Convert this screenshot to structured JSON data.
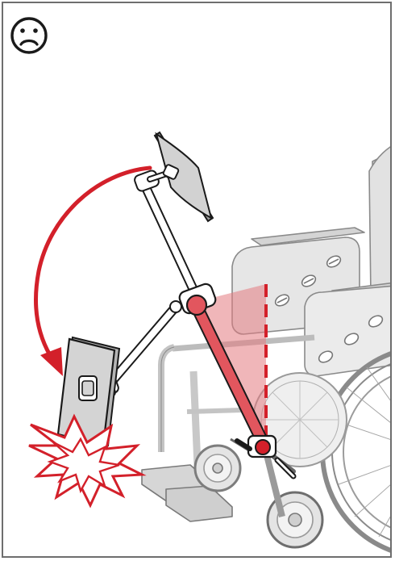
{
  "panel": {
    "status_icon": "sad-face-icon",
    "status": "incorrect"
  },
  "colors": {
    "frame": "#6e6e6e",
    "warning_red": "#d3202a",
    "highlight_red": "#e9868b",
    "wheelchair_fill": "#d9d9d9",
    "wheelchair_stroke": "#8c8c8c",
    "mount_arm": "#ffffff",
    "mount_outline": "#1a1a1a",
    "tablet_fill": "#cfcfcf"
  },
  "scene": {
    "subject": "wheelchair-with-tablet-mount-arm",
    "arrow_direction": "swing-down",
    "impact_marker": "starburst"
  }
}
